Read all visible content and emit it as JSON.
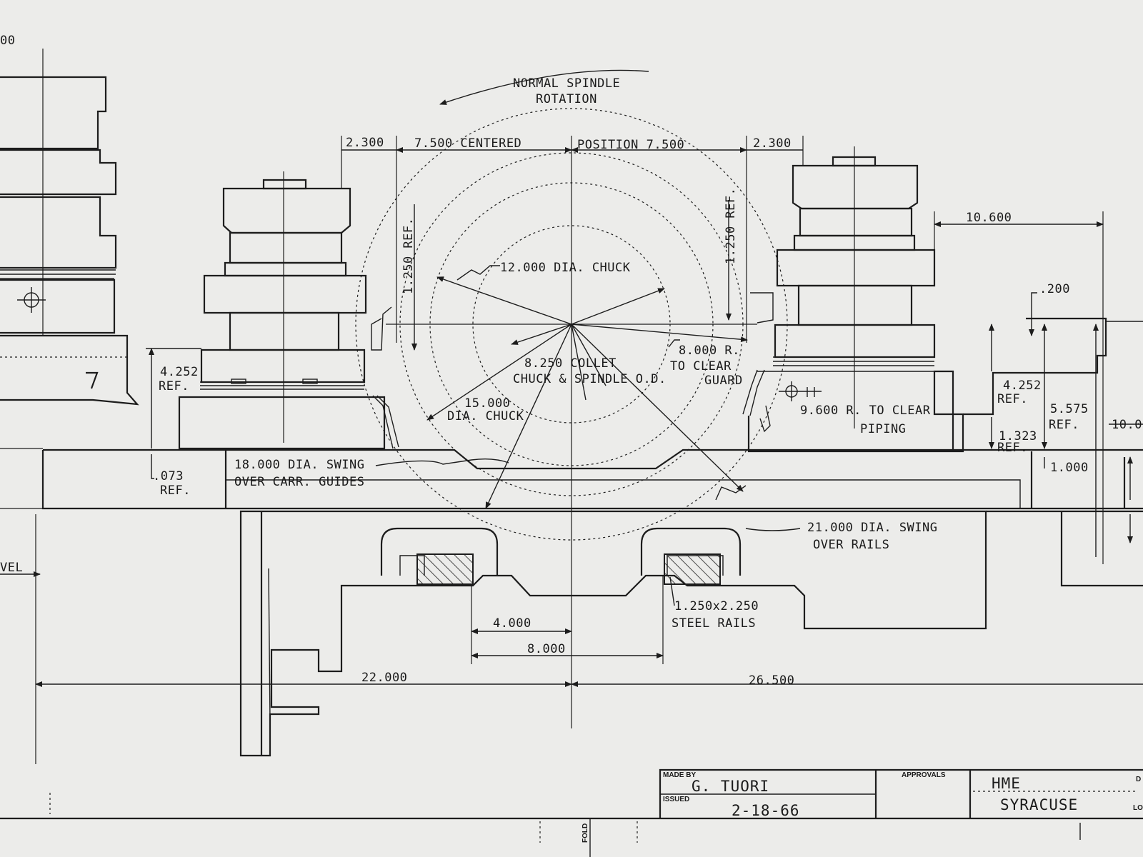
{
  "corner_fragment": "00",
  "left_edge_fragment": "VEL",
  "right_edge_fragment": "10.0",
  "rotation": {
    "line1": "NORMAL SPINDLE",
    "line2": "ROTATION"
  },
  "dims": {
    "left_offset": "2.300",
    "left_centered": "7.500 CENTERED",
    "right_position": "POSITION  7.500",
    "right_offset": "2.300",
    "left_ref_vert": "1.250 REF.",
    "right_ref_vert": "1.250 REF.",
    "right_width": "10.600",
    "small_200": ".200",
    "left_4252": "4.252",
    "left_4252_ref": "REF.",
    "left_073": ".073",
    "left_073_ref": "REF.",
    "right_4252": "4.252",
    "right_4252_ref": "REF.",
    "right_5575": "5.575",
    "right_5575_ref": "REF.",
    "right_1323": "1.323",
    "right_1323_ref": "REF.",
    "right_1000": "1.000",
    "center_4000": "4.000",
    "center_8000": "8.000",
    "left_22000": "22.000",
    "right_26500": "26.500"
  },
  "notes": {
    "chuck_12": "12.000 DIA. CHUCK",
    "collet_line1": "8.250 COLLET",
    "collet_line2": "CHUCK & SPINDLE O.D.",
    "guard_line1": "8.000 R.",
    "guard_line2": "TO CLEAR",
    "guard_line3": "GUARD",
    "chuck15_line1": "15.000",
    "chuck15_line2": "DIA. CHUCK",
    "piping_line1": "9.600 R. TO CLEAR",
    "piping_line2": "PIPING",
    "swing18_line1": "18.000 DIA. SWING",
    "swing18_line2": "OVER CARR. GUIDES",
    "swing21_line1": "21.000 DIA. SWING",
    "swing21_line2": "OVER RAILS",
    "rails_line1": "1.250x2.250",
    "rails_line2": "STEEL RAILS"
  },
  "title_block": {
    "made_by_label": "MADE BY",
    "made_by_value": "G. TUORI",
    "issued_label": "ISSUED",
    "issued_value": "2-18-66",
    "approvals_label": "APPROVALS",
    "company_line1": "HME",
    "company_line2": "SYRACUSE",
    "fold_label": "FOLD",
    "edge_d": "D",
    "edge_lo": "LO"
  }
}
